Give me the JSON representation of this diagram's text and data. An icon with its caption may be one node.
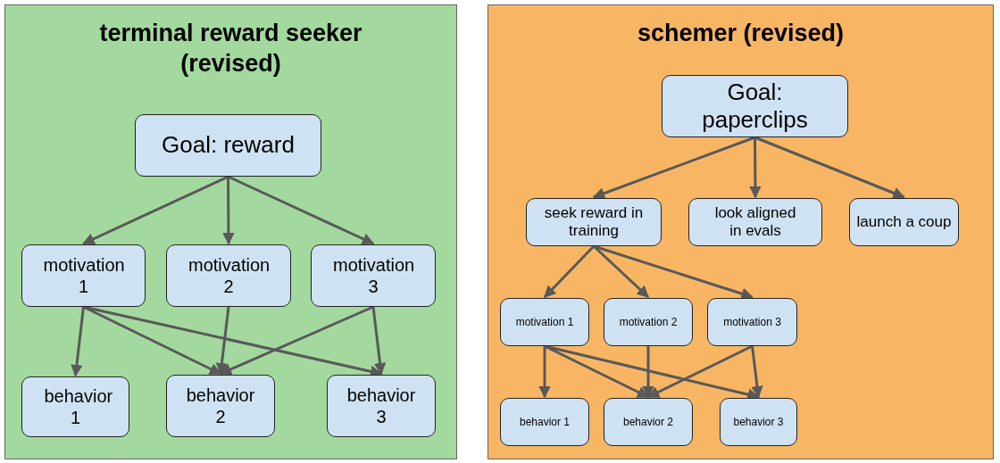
{
  "diagram": {
    "nodes": [
      {
        "text": [
          "terminal reward seeker (revised)"
        ]
      },
      {
        "text": [
          "Goal: reward"
        ],
        "in": 0
      },
      {
        "text": [
          "motivation 1"
        ],
        "in": 0
      },
      {
        "text": [
          "motivation 2"
        ],
        "in": 0
      },
      {
        "text": [
          "motivation 3"
        ],
        "in": 0
      },
      {
        "text": [
          "behavior 1"
        ],
        "in": 0
      },
      {
        "text": [
          "behavior 2"
        ],
        "in": 0
      },
      {
        "text": [
          "behavior 3"
        ],
        "in": 0
      },
      {
        "text": [
          "schemer (revised)"
        ]
      },
      {
        "text": [
          "Goal: paperclips"
        ],
        "in": 8
      },
      {
        "text": [
          "seek reward in training"
        ],
        "in": 8
      },
      {
        "text": [
          "look aligned in evals"
        ],
        "in": 8
      },
      {
        "text": [
          "launch a coup"
        ],
        "in": 8
      },
      {
        "text": [
          "motivation 1"
        ],
        "in": 8
      },
      {
        "text": [
          "motivation 2"
        ],
        "in": 8
      },
      {
        "text": [
          "motivation 3"
        ],
        "in": 8
      },
      {
        "text": [
          "behavior 1"
        ],
        "in": 8
      },
      {
        "text": [
          "behavior 2"
        ],
        "in": 8
      },
      {
        "text": [
          "behavior 3"
        ],
        "in": 8
      }
    ],
    "edges": [
      {
        "from": 1,
        "to": 2,
        "arrow": "to"
      },
      {
        "from": 1,
        "to": 3,
        "arrow": "to"
      },
      {
        "from": 1,
        "to": 4,
        "arrow": "to"
      },
      {
        "from": 2,
        "to": 5,
        "arrow": "to"
      },
      {
        "from": 2,
        "to": 6,
        "arrow": "to"
      },
      {
        "from": 2,
        "to": 7,
        "arrow": "to"
      },
      {
        "from": 3,
        "to": 6,
        "arrow": "to"
      },
      {
        "from": 4,
        "to": 6,
        "arrow": "to"
      },
      {
        "from": 4,
        "to": 7,
        "arrow": "to"
      },
      {
        "from": 9,
        "to": 10,
        "arrow": "to"
      },
      {
        "from": 9,
        "to": 11,
        "arrow": "to"
      },
      {
        "from": 9,
        "to": 12,
        "arrow": "to"
      },
      {
        "from": 10,
        "to": 13,
        "arrow": "to"
      },
      {
        "from": 10,
        "to": 14,
        "arrow": "to"
      },
      {
        "from": 10,
        "to": 15,
        "arrow": "to"
      },
      {
        "from": 13,
        "to": 16,
        "arrow": "to"
      },
      {
        "from": 13,
        "to": 17,
        "arrow": "to"
      },
      {
        "from": 13,
        "to": 18,
        "arrow": "to"
      },
      {
        "from": 14,
        "to": 17,
        "arrow": "to"
      },
      {
        "from": 15,
        "to": 17,
        "arrow": "to"
      },
      {
        "from": 15,
        "to": 18,
        "arrow": "to"
      }
    ]
  }
}
